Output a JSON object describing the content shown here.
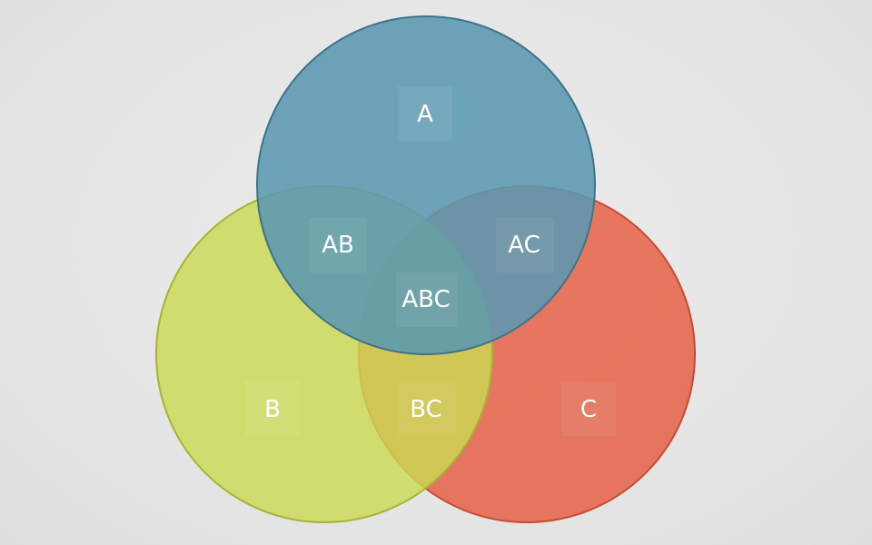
{
  "colors": {
    "background": "#e6e6e6",
    "circle_a_fill": "#5b98b1",
    "circle_a_stroke": "#3f7389",
    "circle_b_fill": "#ccd953",
    "circle_b_stroke": "#a5b433",
    "circle_c_fill": "#e56b53",
    "circle_c_stroke": "#c84a33",
    "label_text": "#ffffff"
  },
  "labels": {
    "a": "A",
    "b": "B",
    "c": "C",
    "ab": "AB",
    "ac": "AC",
    "bc": "BC",
    "abc": "ABC"
  }
}
